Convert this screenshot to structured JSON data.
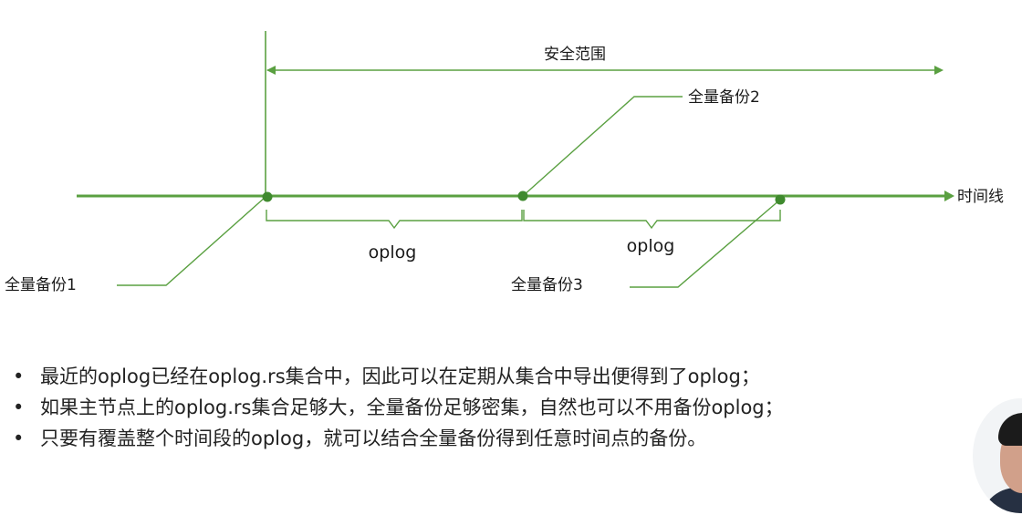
{
  "colors": {
    "line": "#5aa041",
    "node": "#3f8a2e",
    "text": "#1a1a1a"
  },
  "diagram": {
    "safe_range_label": "安全范围",
    "timeline_label": "时间线",
    "backup1_label": "全量备份1",
    "backup2_label": "全量备份2",
    "backup3_label": "全量备份3",
    "oplog1_label": "oplog",
    "oplog2_label": "oplog"
  },
  "bullets": [
    "最近的oplog已经在oplog.rs集合中，因此可以在定期从集合中导出便得到了oplog；",
    "如果主节点上的oplog.rs集合足够大，全量备份足够密集，自然也可以不用备份oplog；",
    "只要有覆盖整个时间段的oplog，就可以结合全量备份得到任意时间点的备份。"
  ],
  "webcam": {
    "icon": "presenter-webcam-icon"
  }
}
